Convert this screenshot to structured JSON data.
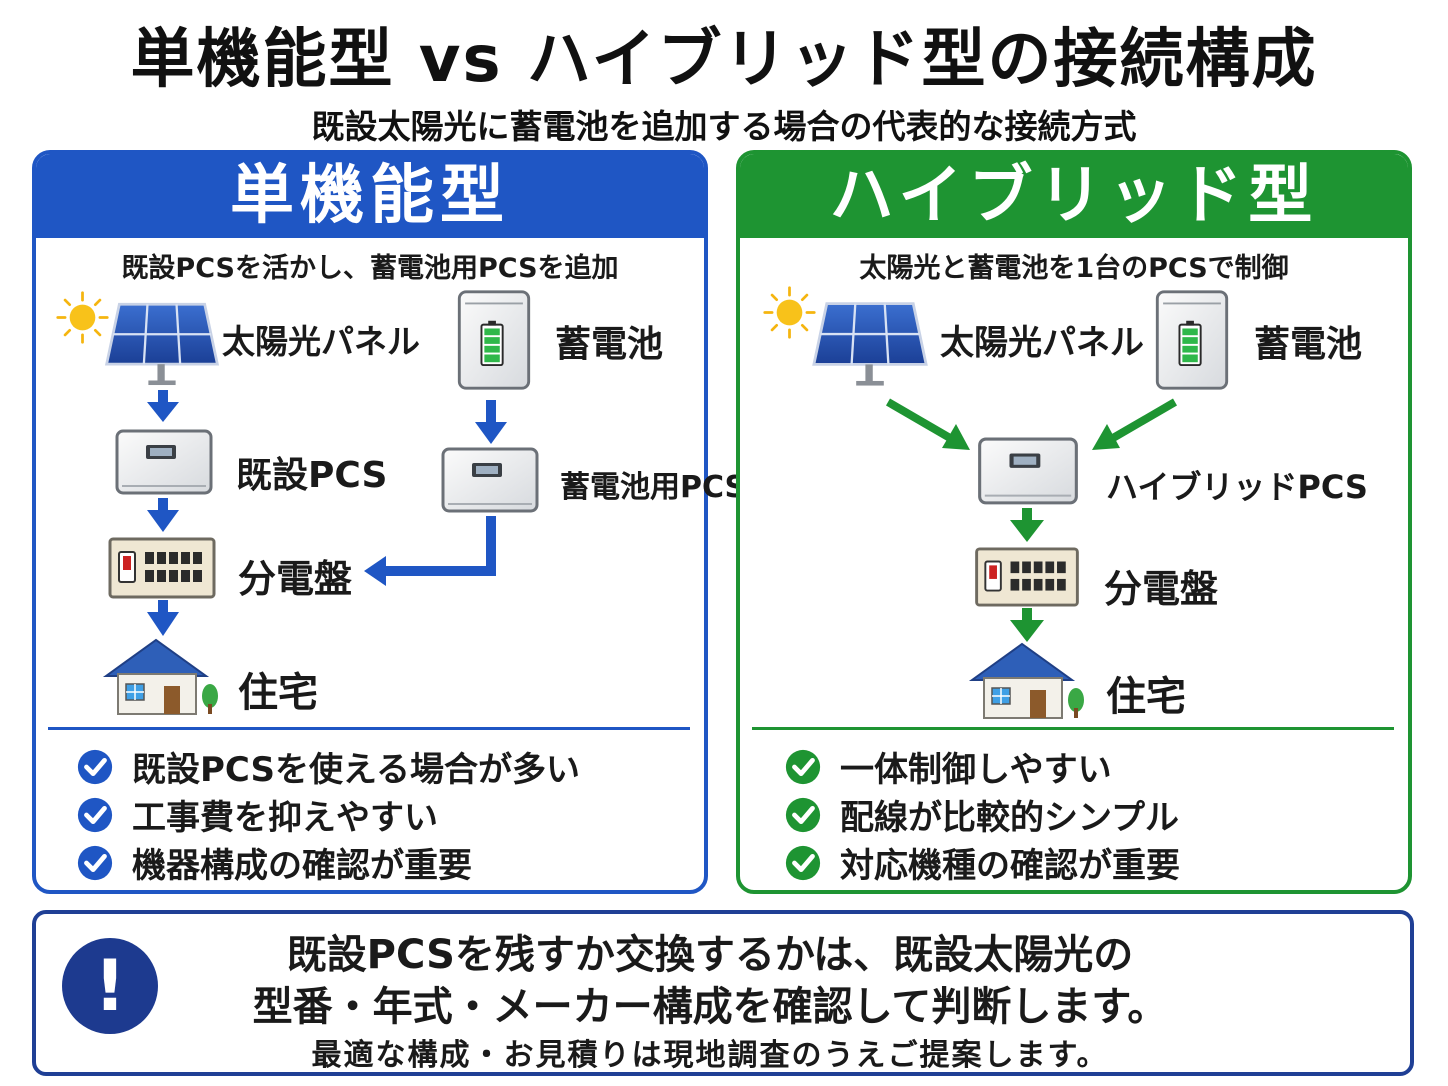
{
  "title": "単機能型 vs ハイブリッド型の接続構成",
  "subtitle": "既設太陽光に蓄電池を追加する場合の代表的な接続方式",
  "left": {
    "heading": "単機能型",
    "description": "既設PCSを活かし、蓄電池用PCSを追加",
    "labels": {
      "solar": "太陽光パネル",
      "battery": "蓄電池",
      "existing_pcs": "既設PCS",
      "battery_pcs": "蓄電池用PCS",
      "panelboard": "分電盤",
      "house": "住宅"
    },
    "benefits": [
      "既設PCSを使える場合が多い",
      "工事費を抑えやすい",
      "機器構成の確認が重要"
    ],
    "color": "#1f56c4"
  },
  "right": {
    "heading": "ハイブリッド型",
    "description": "太陽光と蓄電池を1台のPCSで制御",
    "labels": {
      "solar": "太陽光パネル",
      "battery": "蓄電池",
      "hybrid_pcs": "ハイブリッドPCS",
      "panelboard": "分電盤",
      "house": "住宅"
    },
    "benefits": [
      "一体制御しやすい",
      "配線が比較的シンプル",
      "対応機種の確認が重要"
    ],
    "color": "#1e9432"
  },
  "note": {
    "line1": "既設PCSを残すか交換するかは、既設太陽光の",
    "line2": "型番・年式・メーカー構成を確認して判断します。",
    "line3": "最適な構成・お見積りは現地調査のうえご提案します。"
  }
}
